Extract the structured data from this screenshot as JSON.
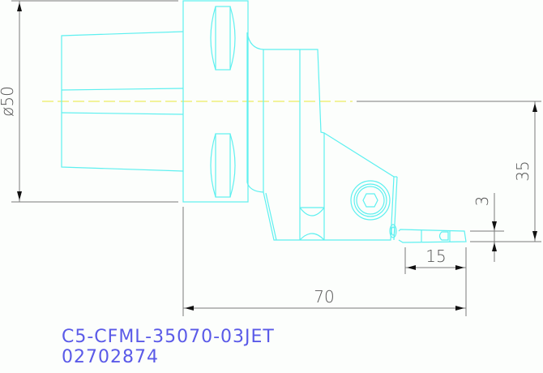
{
  "drawing": {
    "part_number": "C5-CFML-35070-03JET",
    "order_code": "02702874",
    "colors": {
      "geometry": "#5ef0f0",
      "centerline": "#e8e83a",
      "dimension": "#7a7a7a",
      "label": "#5a5ae8"
    },
    "dimensions": {
      "diameter": "ø50",
      "height_35": "35",
      "height_3": "3",
      "width_15": "15",
      "length_70": "70"
    }
  }
}
